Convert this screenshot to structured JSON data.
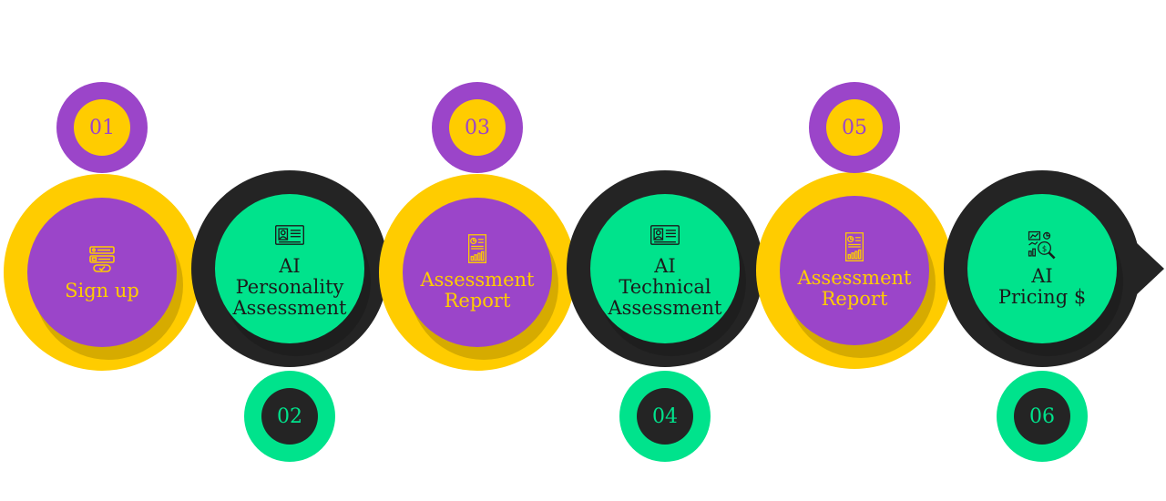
{
  "colors": {
    "yellow": "#FFCC00",
    "dark": "#242424",
    "purple": "#9B45C9",
    "green": "#00E38C"
  },
  "steps": [
    {
      "number": "01",
      "label_lines": [
        "Sign up"
      ],
      "icon": "signup-form-icon",
      "theme": "yellow"
    },
    {
      "number": "02",
      "label_lines": [
        "AI",
        "Personality",
        "Assessment"
      ],
      "icon": "id-card-icon",
      "theme": "dark"
    },
    {
      "number": "03",
      "label_lines": [
        "Assessment",
        "Report"
      ],
      "icon": "report-document-icon",
      "theme": "yellow"
    },
    {
      "number": "04",
      "label_lines": [
        "AI",
        "Technical",
        "Assessment"
      ],
      "icon": "id-card-icon",
      "theme": "dark"
    },
    {
      "number": "05",
      "label_lines": [
        "Assessment",
        "Report"
      ],
      "icon": "report-document-icon",
      "theme": "yellow"
    },
    {
      "number": "06",
      "label_lines": [
        "AI",
        "Pricing $"
      ],
      "icon": "pricing-analysis-icon",
      "theme": "dark"
    }
  ]
}
